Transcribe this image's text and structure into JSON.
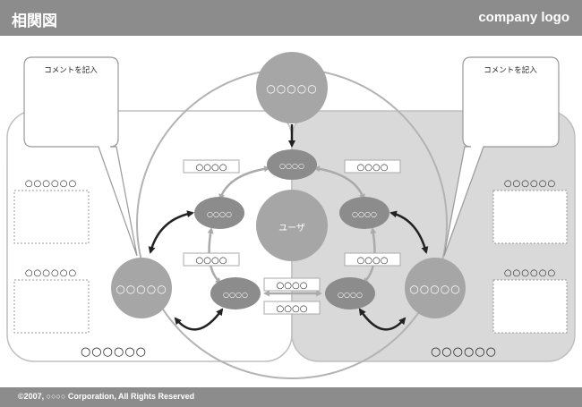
{
  "header": {
    "title": "相関図",
    "logo": "company logo"
  },
  "footer": {
    "copyright": "©2007, ○○○○ Corporation, All Rights Reserved"
  },
  "callouts": {
    "left": "コメントを記入",
    "right": "コメントを記入"
  },
  "center": {
    "label": "ユーザ"
  },
  "top_node": {
    "label": "○○○○○"
  },
  "left_node": {
    "label": "○○○○○"
  },
  "right_node": {
    "label": "○○○○○"
  },
  "small_nodes": {
    "top": "○○○○",
    "mid_left": "○○○○",
    "mid_right": "○○○○",
    "bottom_left": "○○○○",
    "bottom_right": "○○○○"
  },
  "edge_labels": {
    "top_left": "○○○○",
    "top_right": "○○○○",
    "mid_left": "○○○○",
    "mid_right": "○○○○",
    "bottom_top": "○○○○",
    "bottom_bottom": "○○○○"
  },
  "panels": {
    "left_group_label": "○○○○○○",
    "left_item1_label": "○○○○○○",
    "left_item2_label": "○○○○○○",
    "right_group_label": "○○○○○○",
    "right_item1_label": "○○○○○○",
    "right_item2_label": "○○○○○○"
  },
  "colors": {
    "bar": "#8c8c8c",
    "big_node": "#a6a6a6",
    "small_node": "#8c8c8c",
    "right_panel": "#d9d9d9"
  }
}
